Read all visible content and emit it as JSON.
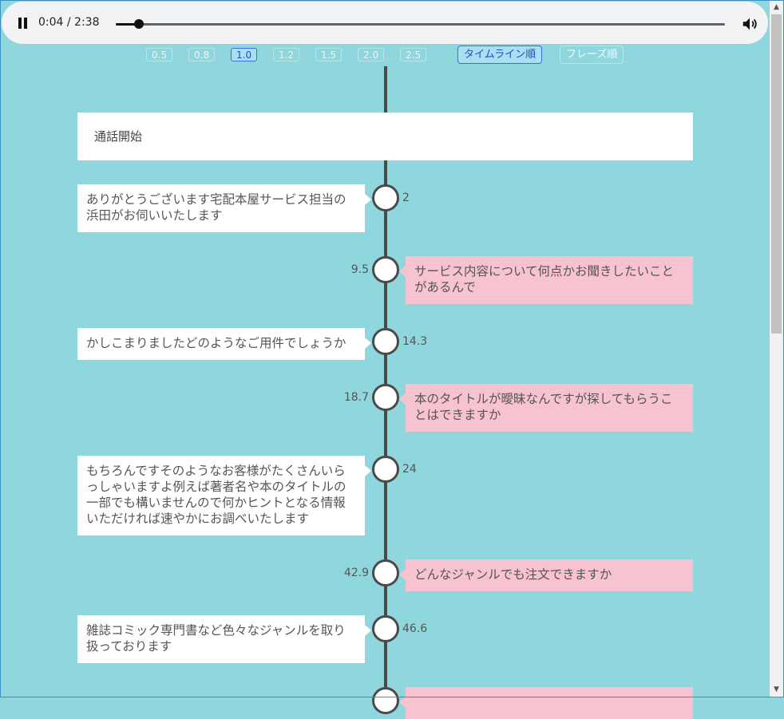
{
  "player": {
    "time_display": "0:04 / 2:38",
    "progress_fraction": 0.038
  },
  "controls": {
    "speeds": [
      "0.5",
      "0.8",
      "1.0",
      "1.2",
      "1.5",
      "2.0",
      "2.5"
    ],
    "active_speed": "1.0",
    "order_timeline": "タイムライン順",
    "order_phrase": "フレーズ順",
    "active_order": "timeline"
  },
  "timeline": {
    "start_label": "通話開始",
    "messages": [
      {
        "speaker": "operator",
        "time": "2",
        "text": "ありがとうございます宅配本屋サービス担当の浜田がお伺いいたします"
      },
      {
        "speaker": "customer",
        "time": "9.5",
        "text": "サービス内容について何点かお聞きしたいことがあるんで"
      },
      {
        "speaker": "operator",
        "time": "14.3",
        "text": "かしこまりましたどのようなご用件でしょうか"
      },
      {
        "speaker": "customer",
        "time": "18.7",
        "text": "本のタイトルが曖昧なんですが探してもらうことはできますか"
      },
      {
        "speaker": "operator",
        "time": "24",
        "text": "もちろんですそのようなお客様がたくさんいらっしゃいますよ例えば著者名や本のタイトルの一部でも構いませんので何かヒントとなる情報いただければ速やかにお調べいたします"
      },
      {
        "speaker": "customer",
        "time": "42.9",
        "text": "どんなジャンルでも注文できますか"
      },
      {
        "speaker": "operator",
        "time": "46.6",
        "text": "雑誌コミック専門書など色々なジャンルを取り扱っております"
      }
    ]
  },
  "colors": {
    "background": "#8fd7dd",
    "operator_bubble": "#ffffff",
    "customer_bubble": "#f7c3cf",
    "active_accent": "#1a4fd8"
  }
}
